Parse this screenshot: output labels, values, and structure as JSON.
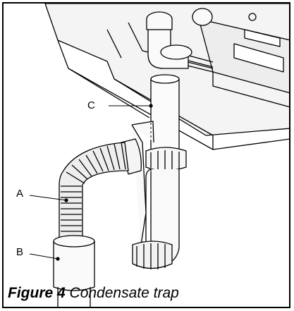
{
  "figure": {
    "label": "Figure 4",
    "title": "Condensate trap"
  },
  "callouts": {
    "a": "A",
    "b": "B",
    "c": "C"
  }
}
